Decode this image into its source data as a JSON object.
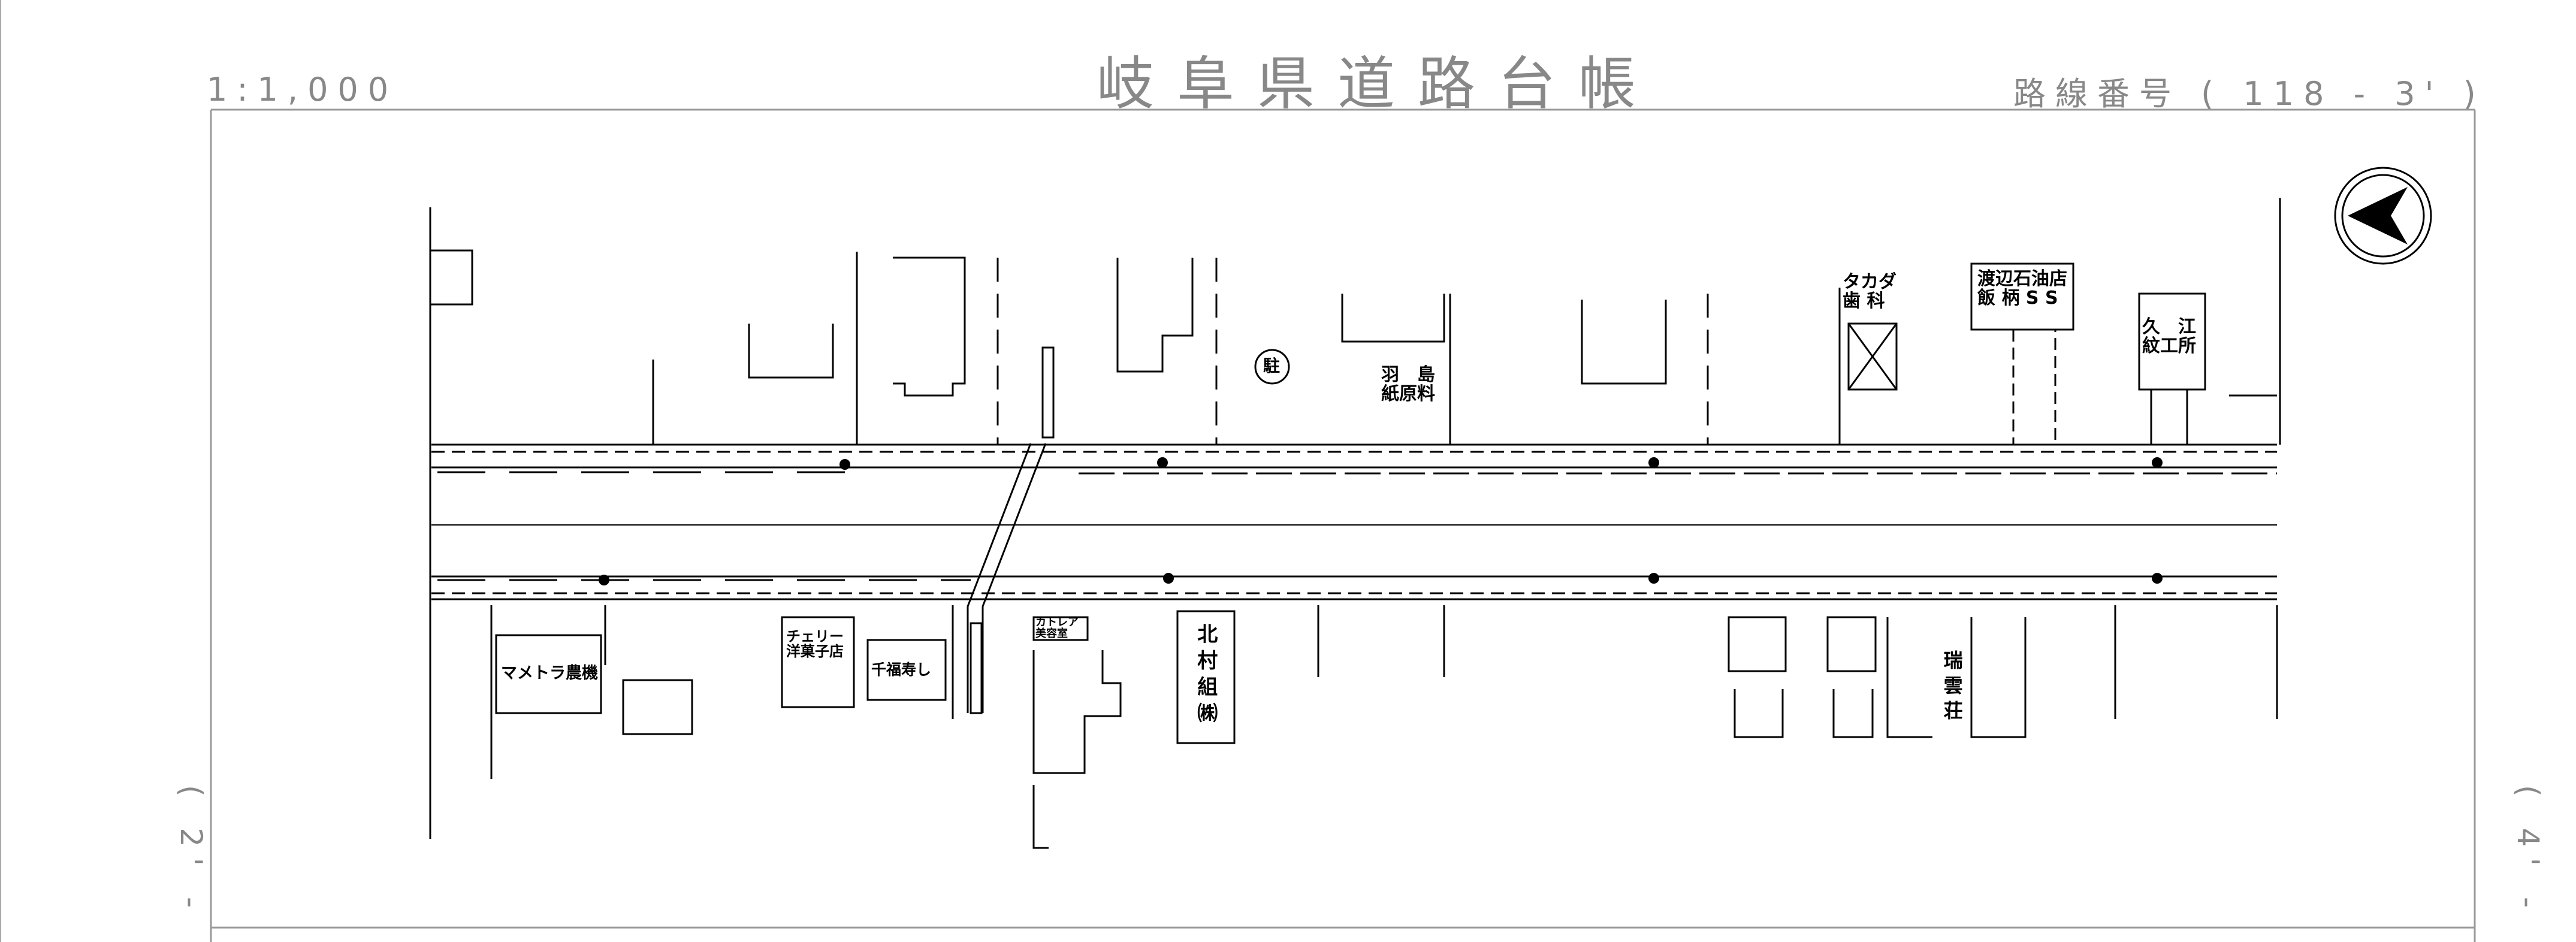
{
  "header": {
    "title": "岐阜県道路台帳",
    "scale": "1:1,000",
    "route_number": "路線番号 ( 118 - 3' )"
  },
  "sheet_marks": {
    "left": "( 2' -",
    "right": "( 4' -"
  },
  "symbols": {
    "north_arrow": "north-arrow-icon",
    "parking": "駐"
  },
  "labels": {
    "takada_dental": "タカダ\n歯 科",
    "watanabe_oil": "渡辺石油店\n飯 柄 S S",
    "kue_crest": "久　江\n紋工所",
    "hashima_paper": "羽　島\n紙原料",
    "mametora": "マメトラ農機",
    "cherry_bakery": "チェリー\n洋菓子店",
    "senpuku_sushi": "千福寿し",
    "cattleya_salon": "カトレア\n美容室",
    "kitamura_gumi": "北村組㈱",
    "zuiunso": "瑞雲荘"
  },
  "colors": {
    "line": "#000000",
    "header_text": "#888888",
    "frame": "#999999"
  }
}
